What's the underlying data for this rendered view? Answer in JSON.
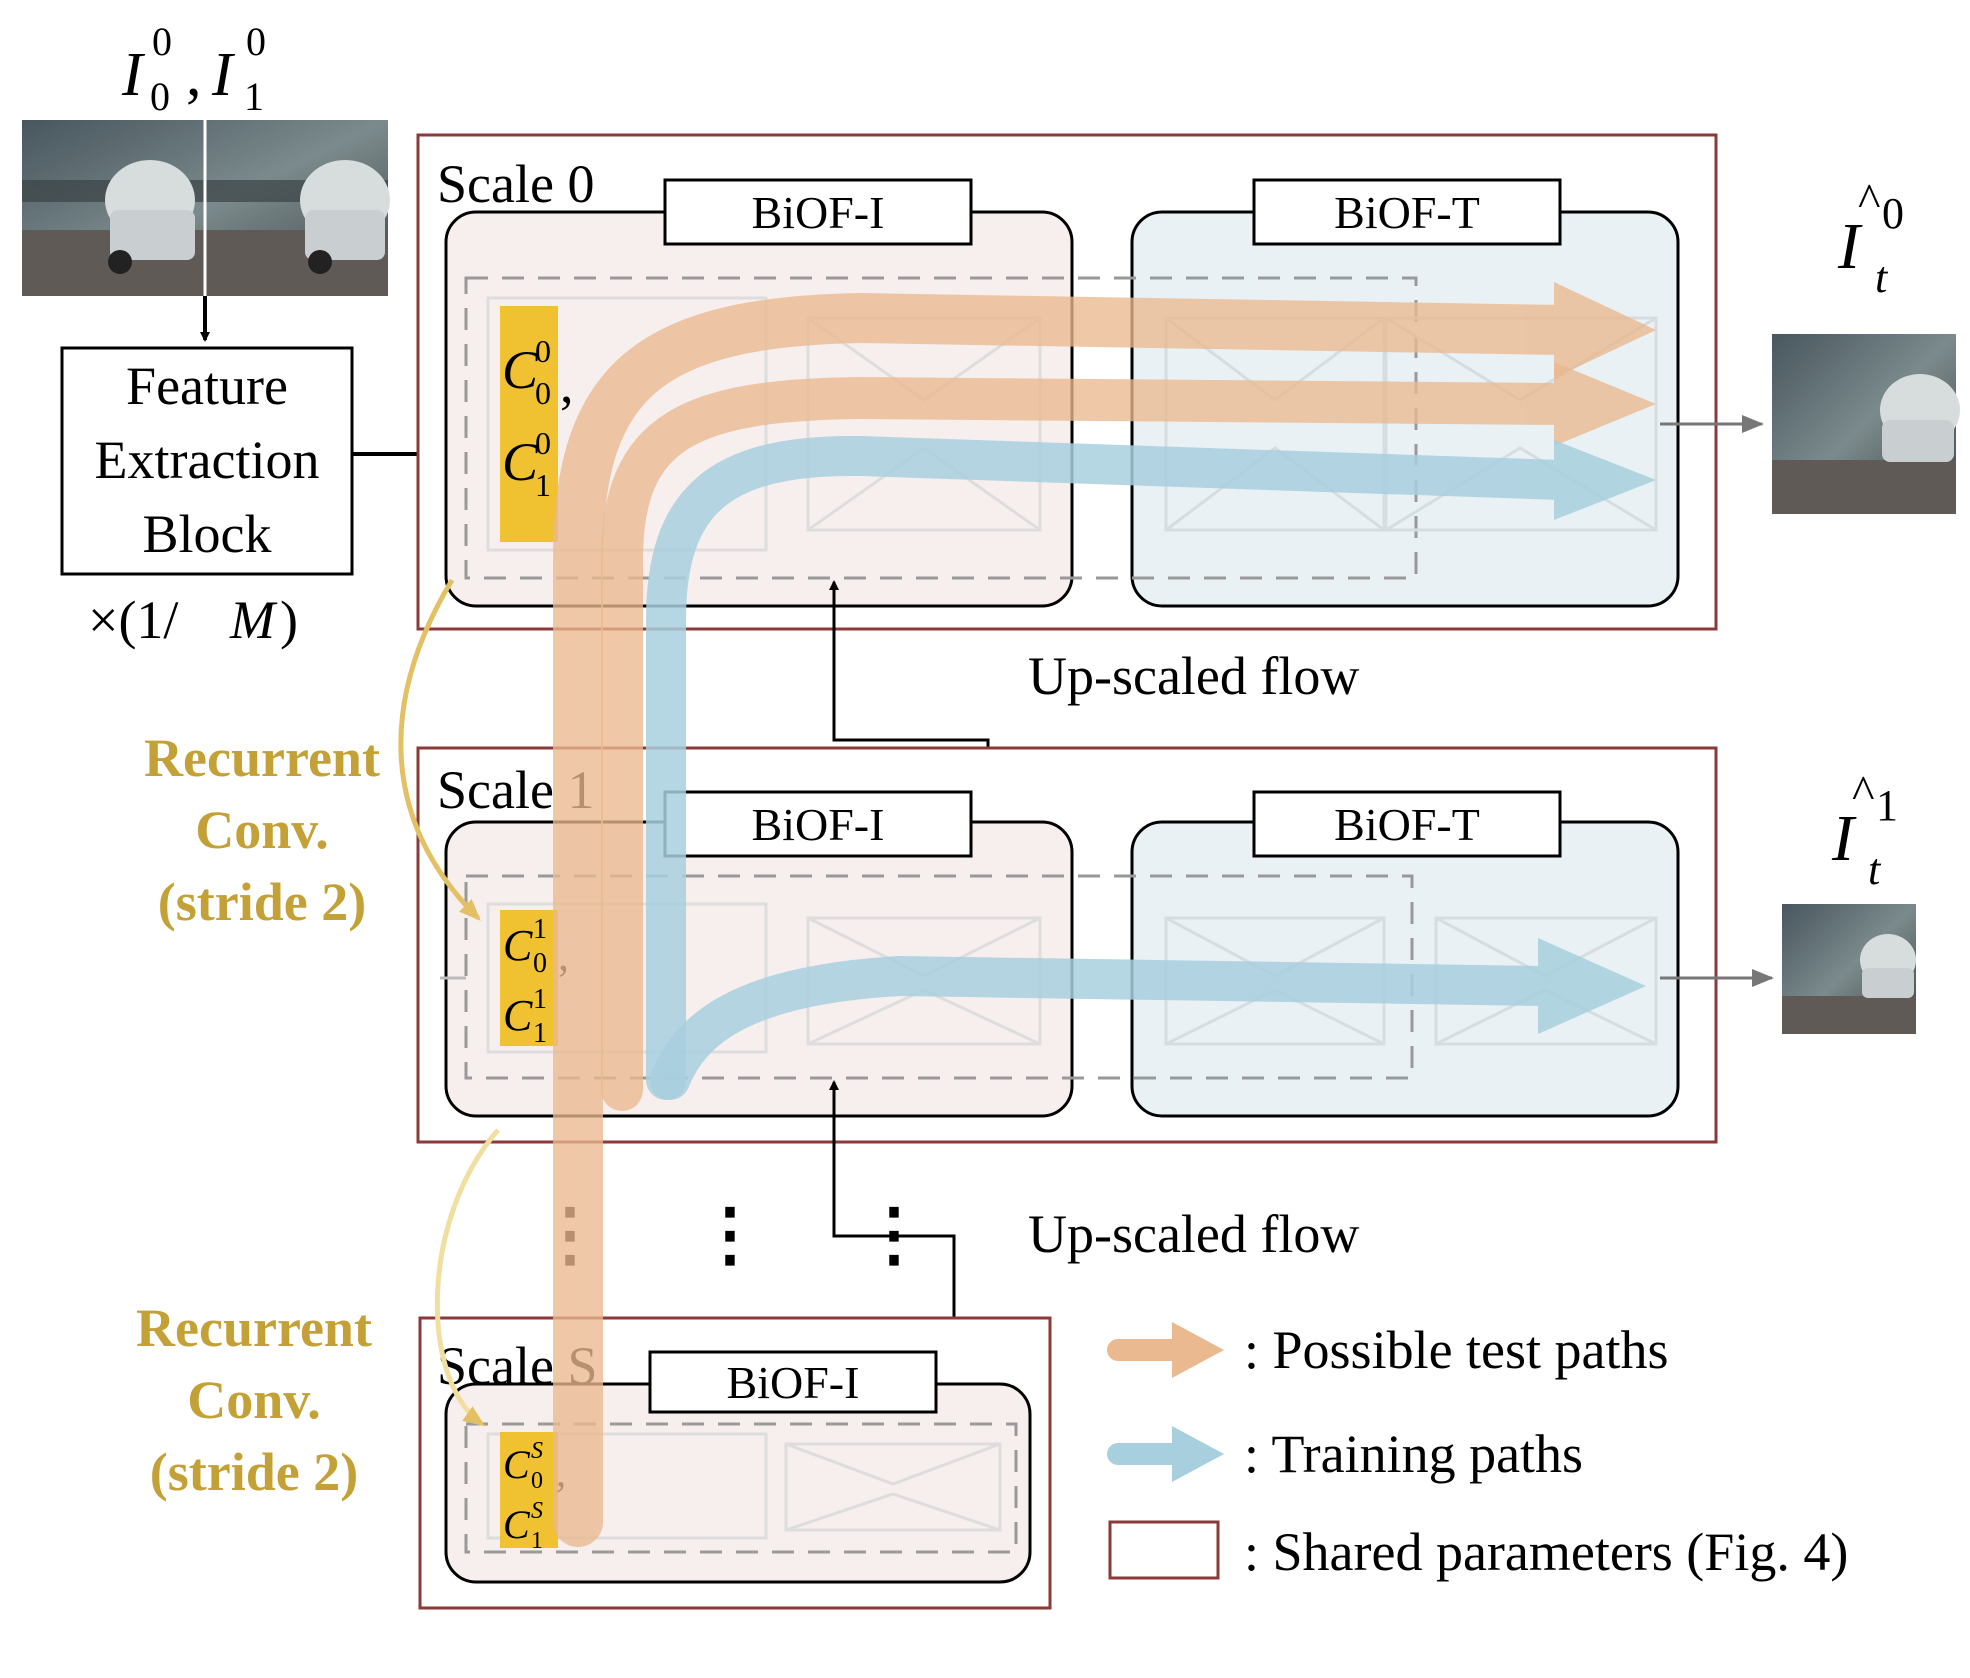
{
  "inputs_label": {
    "i0": "I",
    "i0_sub": "0",
    "i0_sup": "0",
    "comma": ",",
    "i1": "I",
    "i1_sub": "1",
    "i1_sup": "0"
  },
  "feature_block": {
    "line1": "Feature",
    "line2": "Extraction",
    "line3": "Block",
    "multiplier": "×(1/",
    "multiplier_m": "M",
    "multiplier_close": ")"
  },
  "scales": [
    {
      "label": "Scale 0",
      "biof_i": "BiOF-I",
      "biof_t": "BiOF-T",
      "c0": "C",
      "c0_sub": "0",
      "c0_sup": "0",
      "c1": "C",
      "c1_sub": "1",
      "c1_sup": "0",
      "out": "I",
      "out_sub": "t",
      "out_sup": "0"
    },
    {
      "label": "Scale 1",
      "biof_i": "BiOF-I",
      "biof_t": "BiOF-T",
      "c0": "C",
      "c0_sub": "0",
      "c0_sup": "1",
      "c1": "C",
      "c1_sub": "1",
      "c1_sup": "1",
      "out": "I",
      "out_sub": "t",
      "out_sup": "1"
    },
    {
      "label": "Scale S",
      "biof_i": "BiOF-I",
      "c0": "C",
      "c0_sub": "0",
      "c0_sup": "S",
      "c1": "C",
      "c1_sub": "1",
      "c1_sup": "S"
    }
  ],
  "upscaled_flow_1": "Up-scaled flow",
  "upscaled_flow_2": "Up-scaled flow",
  "recurrent_1": {
    "line1": "Recurrent",
    "line2": "Conv.",
    "line3": "(stride 2)"
  },
  "recurrent_2": {
    "line1": "Recurrent",
    "line2": "Conv.",
    "line3": "(stride 2)"
  },
  "ellipsis": "⋮",
  "legend": [
    {
      "text": ": Possible test paths",
      "color": "#eab98f"
    },
    {
      "text": ": Training paths",
      "color": "#a8cfde"
    },
    {
      "text": ": Shared parameters (Fig. 4)",
      "color": "#8b3a3a"
    }
  ],
  "colors": {
    "frame": "#8b3a3a",
    "biof_i_fill": "#f7efee",
    "biof_t_fill": "#e9f1f5",
    "feature_fill": "#f0c232",
    "recurrent": "#c4a137"
  }
}
